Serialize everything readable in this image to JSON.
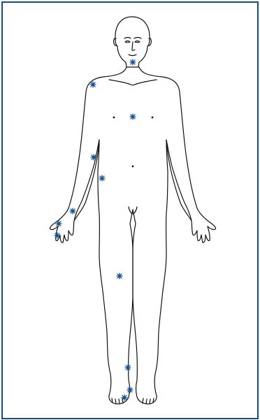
{
  "figure": {
    "frame_color": "#1b4a72",
    "outline_color": "#111111",
    "marker_color": "#1a4f8a",
    "marker_shape": "asterisk"
  },
  "markers": [
    {
      "name": "marker-chin"
    },
    {
      "name": "marker-right-shoulder"
    },
    {
      "name": "marker-sternum"
    },
    {
      "name": "marker-right-upper-arm"
    },
    {
      "name": "marker-right-elbow"
    },
    {
      "name": "marker-right-wrist"
    },
    {
      "name": "marker-right-hand-upper"
    },
    {
      "name": "marker-right-hand-lower"
    },
    {
      "name": "marker-right-thigh"
    },
    {
      "name": "marker-right-ankle"
    },
    {
      "name": "marker-right-foot-upper"
    },
    {
      "name": "marker-right-foot-lower"
    }
  ]
}
